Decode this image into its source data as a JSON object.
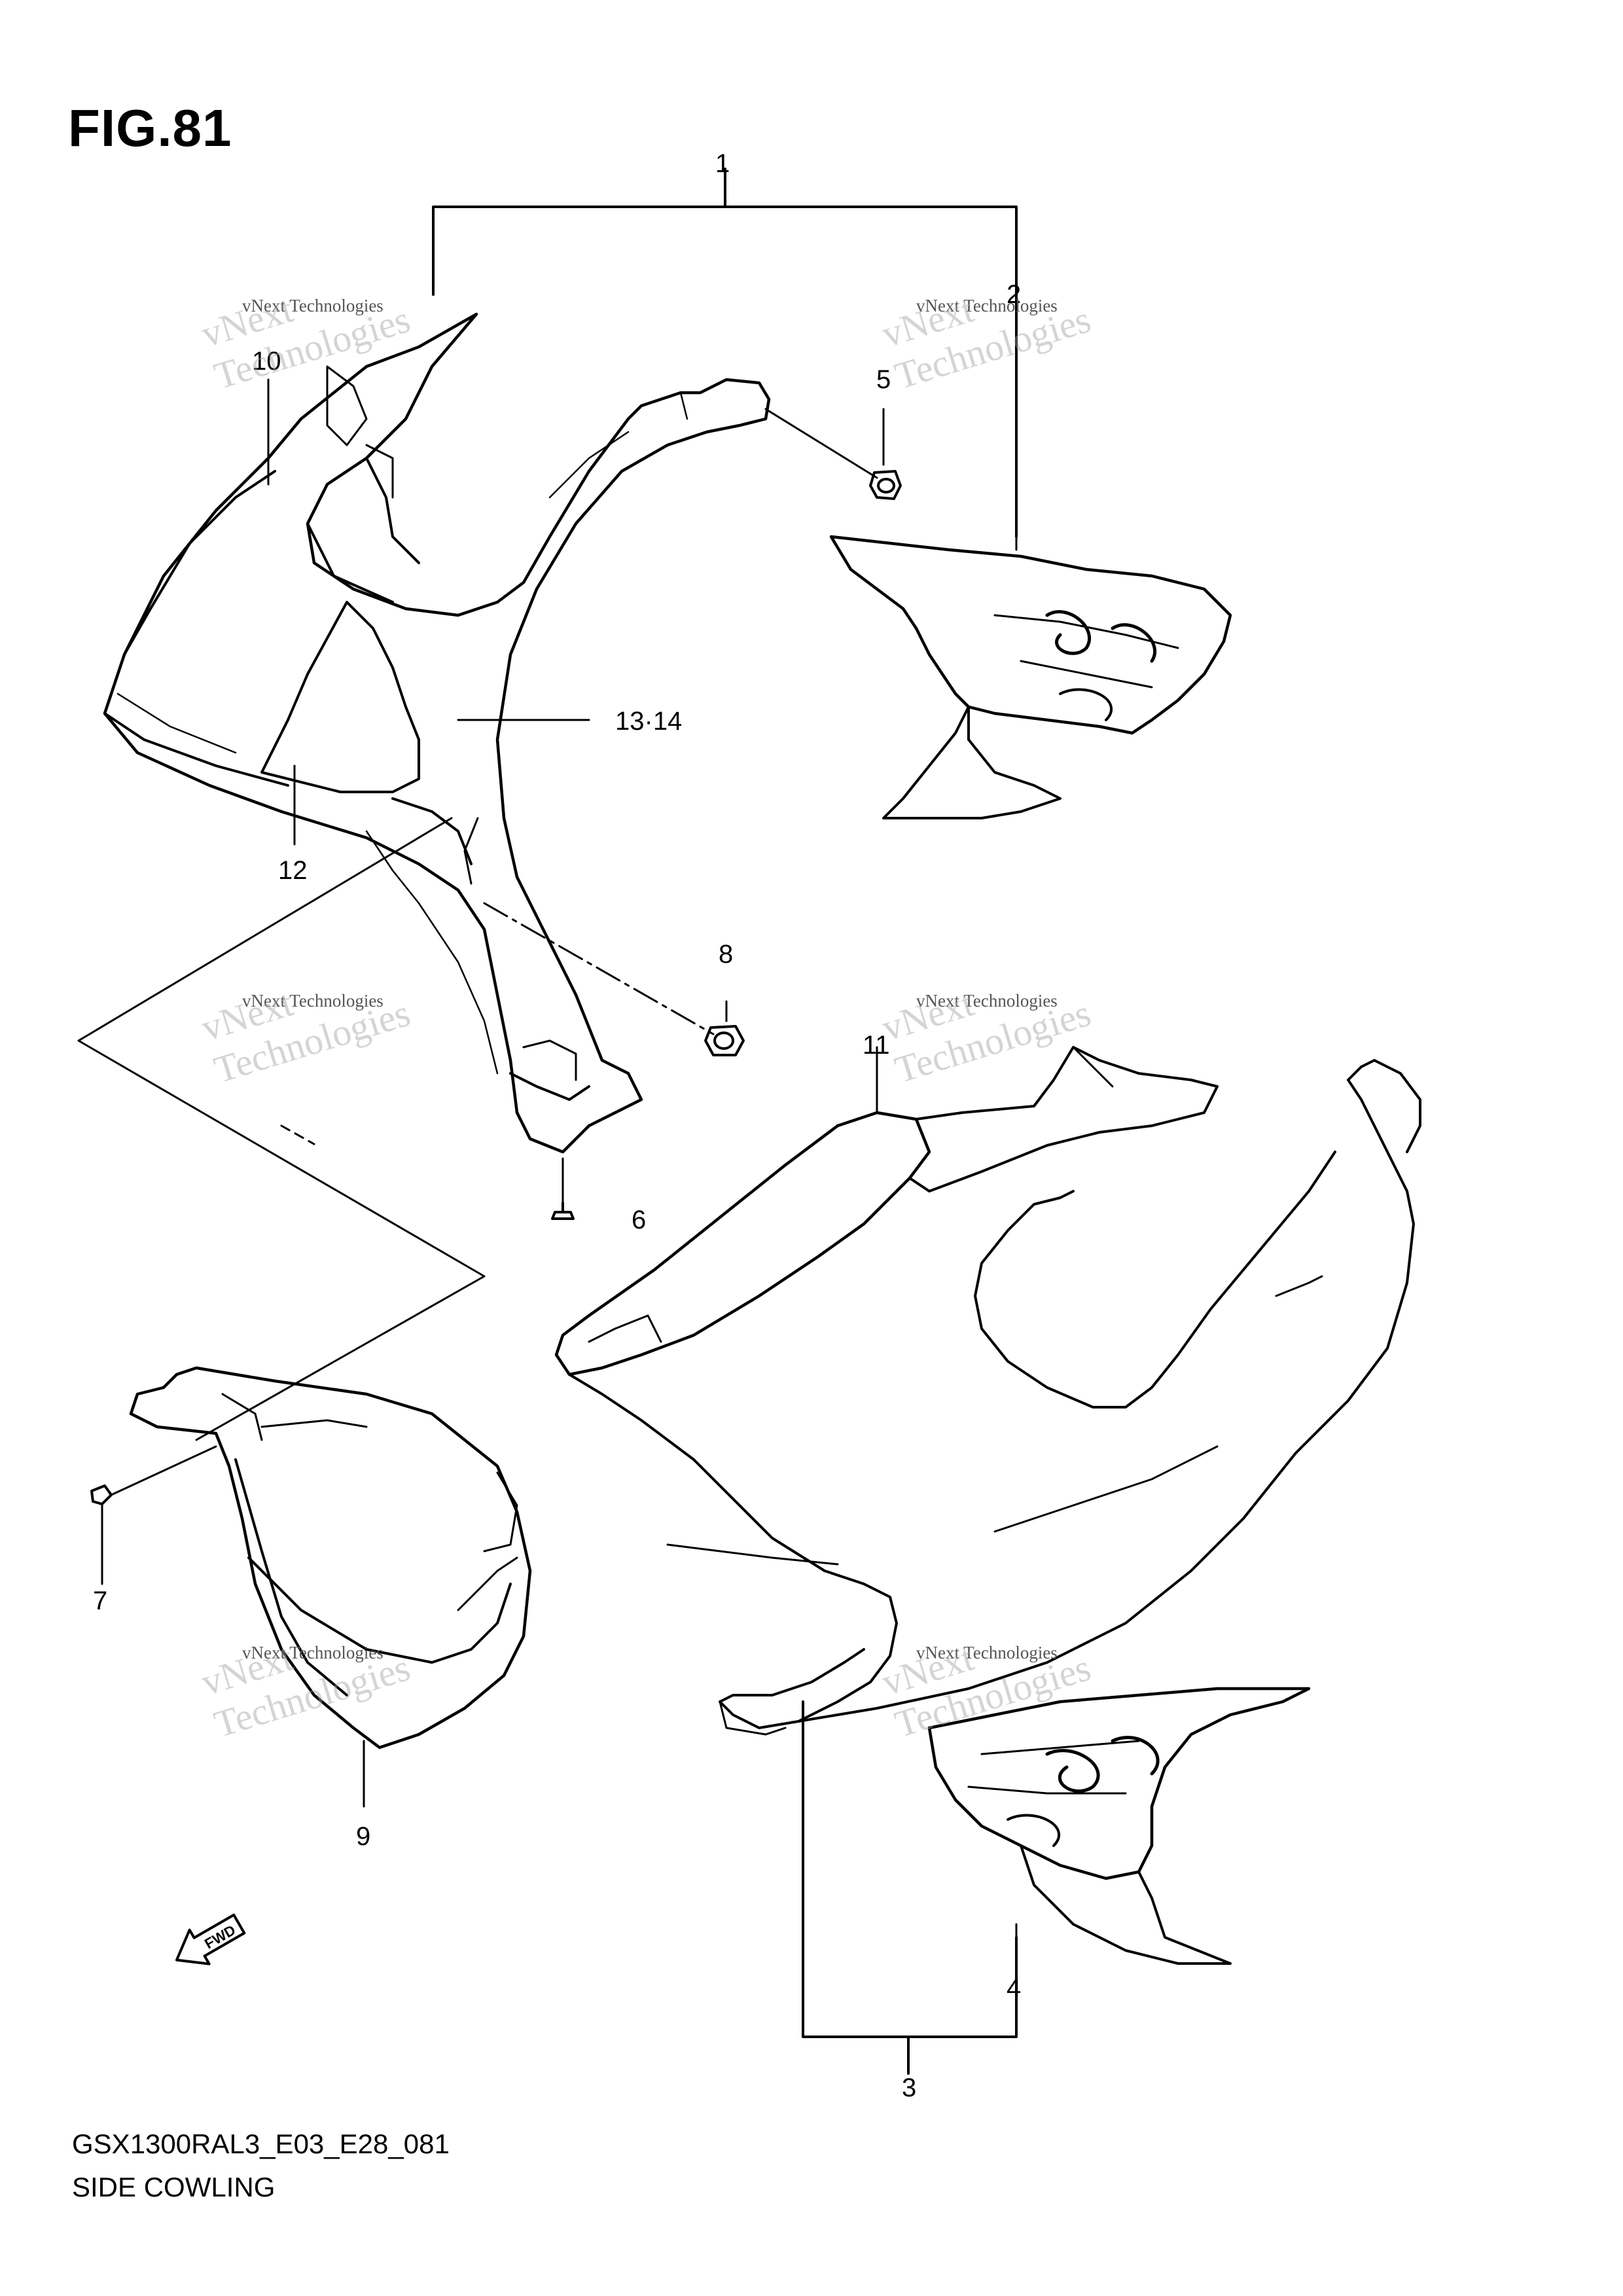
{
  "figure": {
    "title": "FIG.81"
  },
  "callouts": {
    "c1": "1",
    "c2": "2",
    "c3": "3",
    "c4": "4",
    "c5": "5",
    "c6": "6",
    "c7": "7",
    "c8": "8",
    "c9": "9",
    "c10": "10",
    "c11": "11",
    "c12": "12",
    "c13_14": "13·14"
  },
  "footer": {
    "model_code": "GSX1300RAL3_E03_E28_081",
    "section_name": "SIDE COWLING"
  },
  "watermark": {
    "line": "vNext Technologies",
    "big_top": "vNext",
    "big_bottom": "Technologies"
  },
  "fwd_label": "FWD",
  "colors": {
    "ink": "#000000",
    "watermark": "#a0a0a0",
    "background": "#ffffff"
  }
}
